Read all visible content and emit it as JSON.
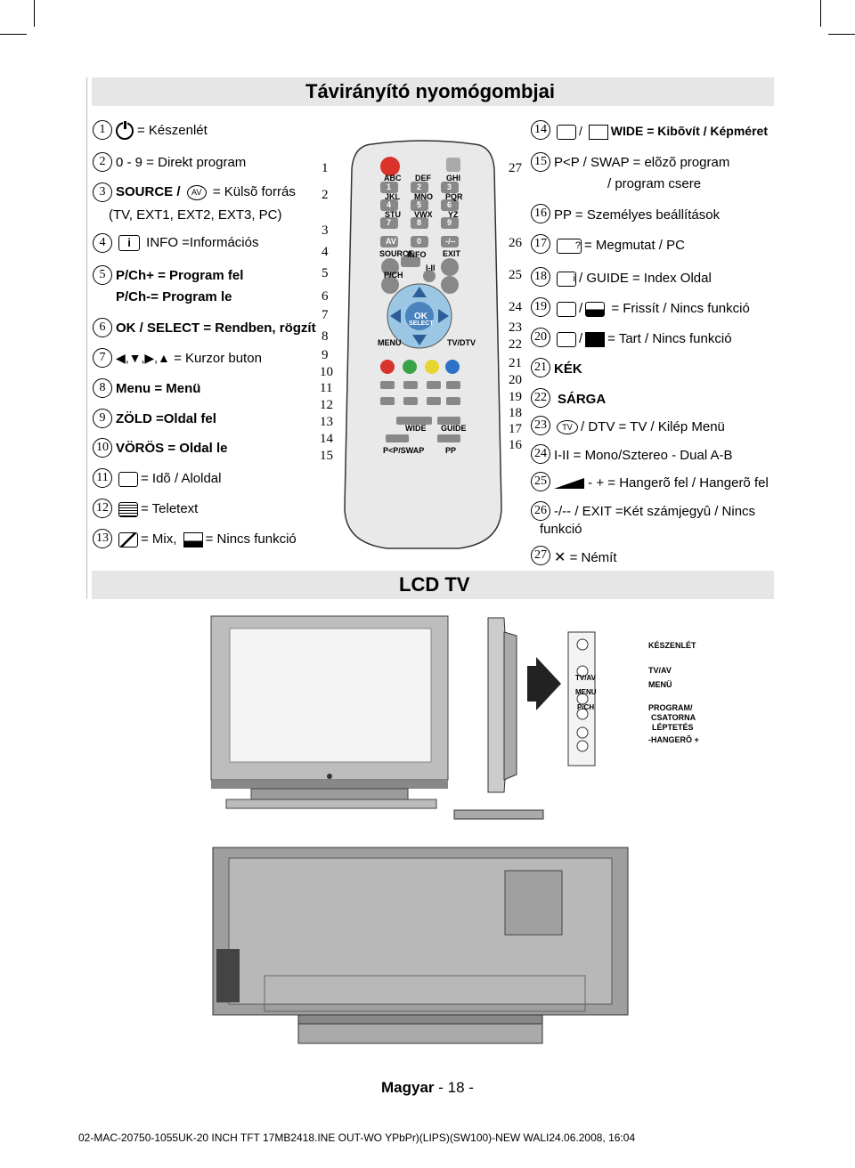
{
  "title": "Távirányító nyomógombjai",
  "lcd_title": "LCD TV",
  "left_items": [
    {
      "n": "1",
      "text": "= Készenlét",
      "icon": "power-icon"
    },
    {
      "n": "2",
      "text": "0 - 9 = Direkt program"
    },
    {
      "n": "3",
      "text": "SOURCE /",
      "text2": "= Külsõ forrás",
      "line2": "(TV, EXT1, EXT2, EXT3, PC)",
      "icon": "av-icon"
    },
    {
      "n": "4",
      "text": "INFO =Információs",
      "icon": "info-icon"
    },
    {
      "n": "5",
      "text": "P/Ch+ = Program fel",
      "line2": "P/Ch-= Program le"
    },
    {
      "n": "6",
      "text": "OK / SELECT = Rendben, rögzít"
    },
    {
      "n": "7",
      "text": "= Kurzor buton",
      "arrows": "◀,▼,▶,▲"
    },
    {
      "n": "8",
      "text": "Menu = Menü"
    },
    {
      "n": "9",
      "text": "ZÖLD =Oldal fel"
    },
    {
      "n": "10",
      "text": "VÖRÖS = Oldal le"
    },
    {
      "n": "11",
      "text": "= Idõ / Aloldal",
      "icon": "clock-icon"
    },
    {
      "n": "12",
      "text": "= Teletext",
      "icon": "teletext-icon"
    },
    {
      "n": "13",
      "text": "= Mix,",
      "text2": "= Nincs funkció",
      "icon": "mix-icon"
    }
  ],
  "right_items": [
    {
      "n": "14",
      "text": "/",
      "text2": "WIDE = Kibõvít / Képméret"
    },
    {
      "n": "15",
      "text": "P<P / SWAP = elõzõ program",
      "line2": "/ program csere"
    },
    {
      "n": "16",
      "text": "PP = Személyes beállítások"
    },
    {
      "n": "17",
      "text": "= Megmutat / PC"
    },
    {
      "n": "18",
      "text": "/ GUIDE = Index Oldal"
    },
    {
      "n": "19",
      "text": "= Frissít / Nincs funkció"
    },
    {
      "n": "20",
      "text": "= Tart / Nincs funkció"
    },
    {
      "n": "21",
      "text": "KÉK"
    },
    {
      "n": "22",
      "text": "SÁRGA"
    },
    {
      "n": "23",
      "text": "/ DTV = TV / Kilép Menü",
      "icon": "tv-icon"
    },
    {
      "n": "24",
      "text": "I-II = Mono/Sztereo - Dual A-B"
    },
    {
      "n": "25",
      "text": "- + = Hangerõ fel / Hangerõ fel"
    },
    {
      "n": "26",
      "text": "-/-- / EXIT =Két számjegyû / Nincs",
      "line2": "funkció"
    },
    {
      "n": "27",
      "text": "= Némít",
      "icon": "mute-icon"
    }
  ],
  "remote": {
    "keys": [
      "ABC",
      "DEF",
      "GHI",
      "JKL",
      "MNO",
      "PQR",
      "STU",
      "VWX",
      "YZ",
      "1",
      "2",
      "3",
      "4",
      "5",
      "6",
      "7",
      "8",
      "9",
      "0",
      "-/--",
      "AV",
      "SOURCE",
      "INFO",
      "EXIT",
      "P/CH",
      "I-II",
      "OK",
      "SELECT",
      "MENU",
      "TV/DTV",
      "WIDE",
      "GUIDE",
      "P<P/SWAP",
      "PP"
    ],
    "left_numbers": [
      "1",
      "2",
      "3",
      "4",
      "5",
      "6",
      "7",
      "8",
      "9",
      "10",
      "11",
      "12",
      "13",
      "14",
      "15"
    ],
    "right_numbers": [
      "27",
      "26",
      "25",
      "24",
      "23",
      "22",
      "21",
      "20",
      "19",
      "18",
      "17",
      "16"
    ]
  },
  "side_panel": {
    "labels": [
      "KÉSZENLÉT",
      "TV/AV",
      "MENÜ",
      "PROGRAM/",
      "CSATORNA",
      "LÉPTETÉS",
      "-HANGERÕ +"
    ],
    "button_labels": [
      "TV/AV",
      "MENU",
      "P/CH"
    ]
  },
  "footer": {
    "lang": "Magyar",
    "page": "- 18 -",
    "file": "02-MAC-20750-1055UK-20 INCH TFT 17MB2418.INE OUT-WO YPbPr)(LIPS)(SW100)-NEW WALI24.06.2008, 16:04"
  }
}
